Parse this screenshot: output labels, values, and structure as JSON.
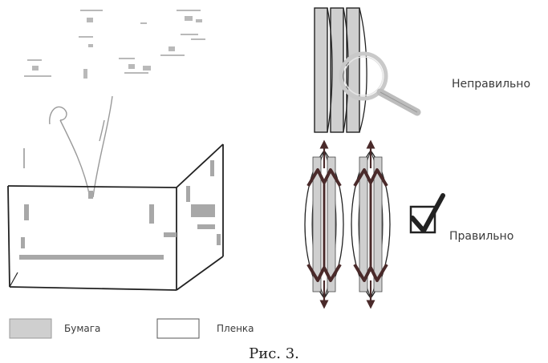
{
  "labels": {
    "wrong": "Неправильно",
    "right": "Правильно"
  },
  "legend": {
    "paper": "Бумага",
    "film": "Пленка"
  },
  "caption": "Рис. 3.",
  "colors": {
    "paper_fill": "#cfcfcf",
    "film_fill": "#ffffff",
    "arrow": "#4a2a2a",
    "outline": "#222222",
    "magnifier_ring": "#c9c9c9"
  },
  "icons": [
    "magnifier-icon",
    "checkmark-icon"
  ]
}
